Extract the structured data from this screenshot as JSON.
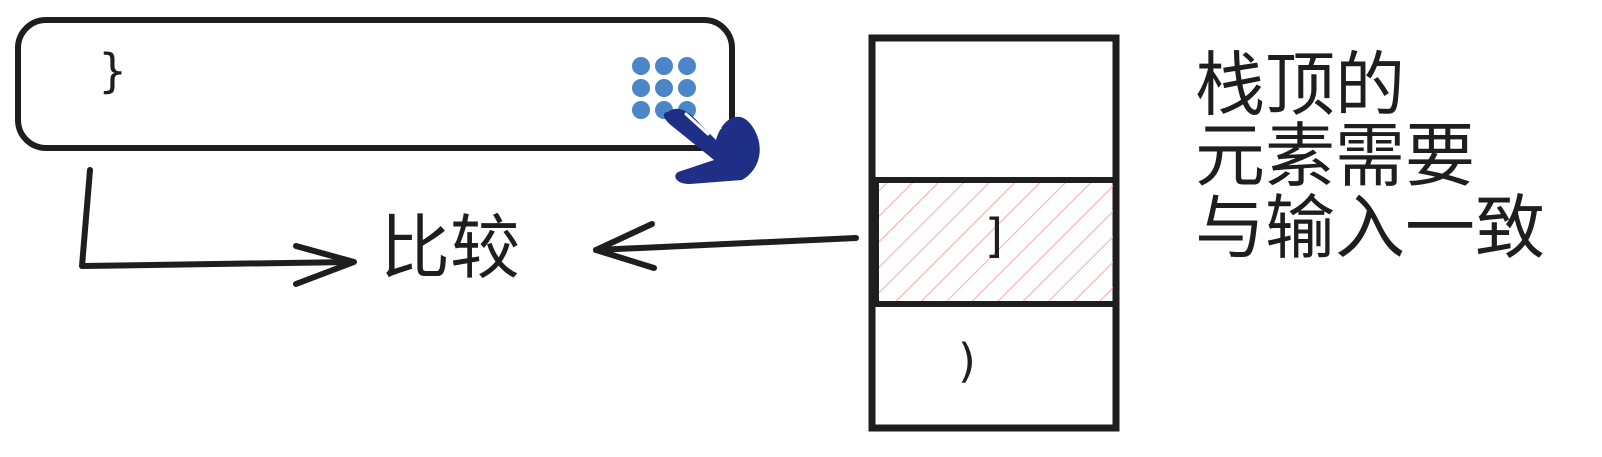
{
  "input_box": {
    "char": "}",
    "icon": "keypad-tap-icon"
  },
  "compare_label": "比较",
  "stack": {
    "cells": [
      "",
      "]",
      ")"
    ],
    "highlight_color": "#ffa8a8"
  },
  "note": {
    "lines": [
      "栈顶的",
      "元素需要",
      "与输入一致"
    ]
  },
  "colors": {
    "stroke": "#1e1e1e",
    "icon_blue": "#4a86c8",
    "icon_navy": "#1f2f86"
  }
}
